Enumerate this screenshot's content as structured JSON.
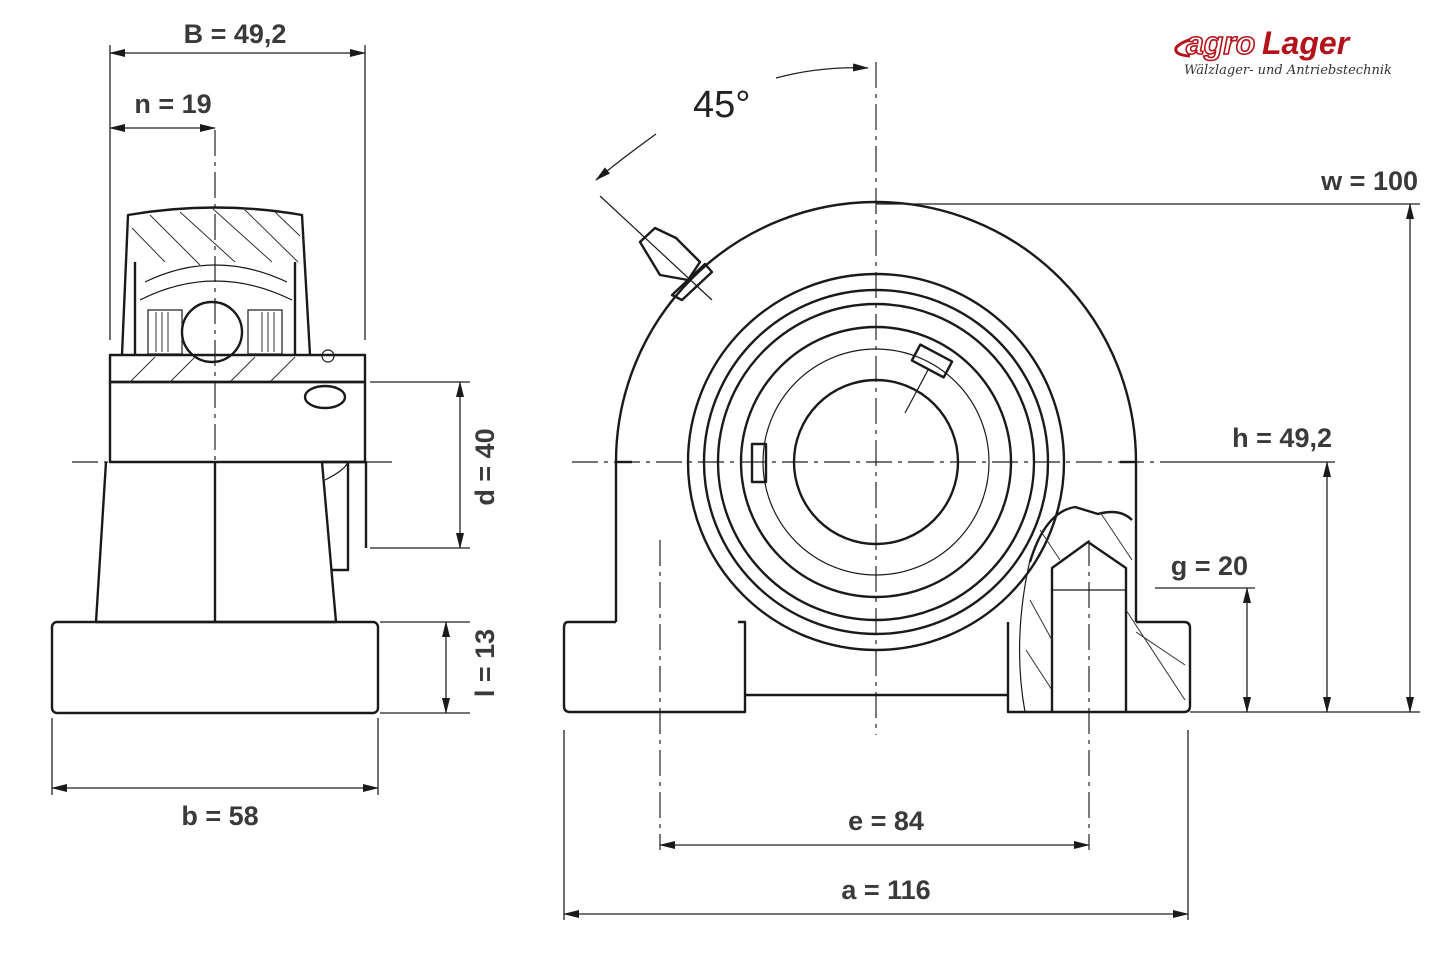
{
  "logo": {
    "brand_prefix": "agro",
    "brand_suffix": "Lager",
    "tagline": "Wälzlager- und Antriebstechnik",
    "brand_color": "#b3121a"
  },
  "dimensions": {
    "B": "B = 49,2",
    "n": "n = 19",
    "d": "d = 40",
    "l": "l = 13",
    "b": "b = 58",
    "angle": "45°",
    "w": "w = 100",
    "h": "h = 49,2",
    "g": "g = 20",
    "e": "e = 84",
    "a": "a = 116"
  }
}
